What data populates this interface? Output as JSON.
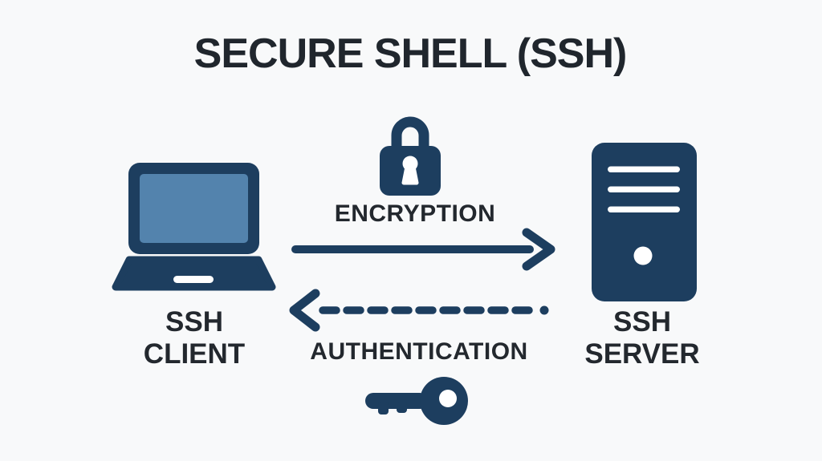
{
  "title": "SECURE SHELL (SSH)",
  "colors": {
    "background": "#f8f9fa",
    "icon_navy": "#1d3e5f",
    "laptop_screen_blue": "#5383ad",
    "icon_detail_white": "#ffffff",
    "text_dark": "#23282e"
  },
  "nodes": {
    "client": {
      "line1": "SSH",
      "line2": "CLIENT",
      "icon": "laptop-icon"
    },
    "server": {
      "line1": "SSH",
      "line2": "SERVER",
      "icon": "server-tower-icon"
    }
  },
  "flows": {
    "encryption": {
      "label": "ENCRYPTION",
      "icon": "padlock-icon",
      "direction": "client-to-server",
      "line_style": "solid"
    },
    "authentication": {
      "label": "AUTHENTICATION",
      "icon": "key-icon",
      "direction": "server-to-client",
      "line_style": "dashed"
    }
  }
}
